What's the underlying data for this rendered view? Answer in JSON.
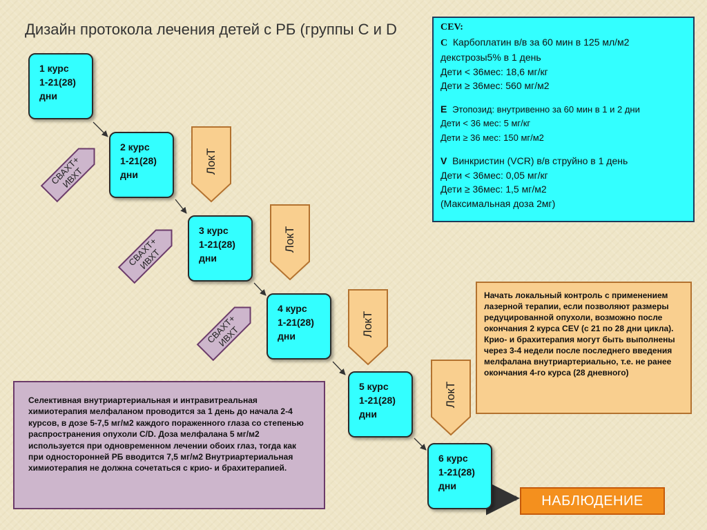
{
  "title": "Дизайн протокола  лечения детей с РБ (группы C и D",
  "courses": [
    {
      "name": "1 курс",
      "days": "1-21(28)",
      "unit": "дни"
    },
    {
      "name": "2 курс",
      "days": "1-21(28)",
      "unit": "дни"
    },
    {
      "name": "3 курс",
      "days": "1-21(28)",
      "unit": "дни"
    },
    {
      "name": "4 курс",
      "days": "1-21(28)",
      "unit": "дни"
    },
    {
      "name": "5 курс",
      "days": "1-21(28)",
      "unit": "дни"
    },
    {
      "name": "6 курс",
      "days": "1-21(28)",
      "unit": "дни"
    }
  ],
  "lokt_label": "ЛокТ",
  "svaht_line1": "СВАХТ+",
  "svaht_line2": "ИВХТ",
  "cev": {
    "heading": "CEV:",
    "c_letter": "C",
    "c_line1": "Карбоплатин  в/в за 60 мин в 125 мл/м2",
    "c_line2": "декстрозы5% в 1 день",
    "c_line3": "Дети < 36мес: 18,6 мг/кг",
    "c_line4": "Дети ≥ 36мес: 560 мг/м2",
    "e_letter": "E",
    "e_line1": "Этопозид: внутривенно за 60 мин в 1 и 2 дни",
    "e_line2": "Дети < 36 мес: 5 мг/кг",
    "e_line3": "Дети ≥ 36 мес: 150 мг/м2",
    "v_letter": "V",
    "v_line1": "Винкристин (VCR) в/в струйно  в 1 день",
    "v_line2": "Дети < 36мес: 0,05 мг/кг",
    "v_line3": "Дети ≥ 36мес: 1,5 мг/м2",
    "v_line4": "(Максимальная доза 2мг)"
  },
  "local_control_note": "Начать локальный контроль с применением лазерной терапии, если позволяют размеры редуцированной опухоли, возможно после окончания 2 курса CEV (с 21 по 28 дни цикла). Крио- и брахитерапия могут быть выполнены через 3-4 недели после последнего введения мелфалана внутриартериально, т.е. не ранее окончания 4-го курса (28 дневного)",
  "chemo_note": "Селективная внутриартериальная  и интравитреальная химиотерапия мелфаланом проводится за 1 день до начала  2-4 курсов, в дозе 5-7,5 мг/м2 каждого пораженного глаза со степенью распространения опухоли C/D. Доза мелфалана 5 мг/м2 используется при одновременном лечении обоих глаз, тогда как при односторонней РБ вводится 7,5 мг/м2 Внутриартериальная химиотерапия не должна сочетаться с крио- и брахитерапией.",
  "observation_button": "НАБЛЮДЕНИЕ",
  "colors": {
    "course_fill": "#33ffff",
    "lokt_fill": "#f9cf8f",
    "svaht_fill": "#cdb6cc",
    "observation_fill": "#f4901e",
    "background": "#efe6c8"
  }
}
